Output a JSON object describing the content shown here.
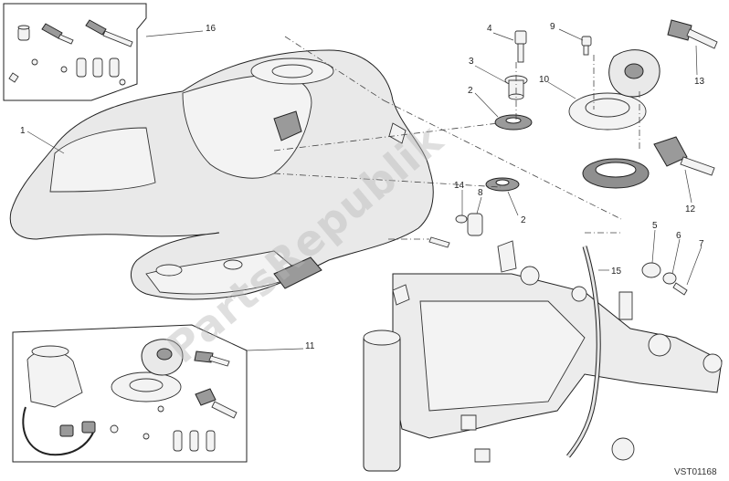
{
  "diagram": {
    "callouts": [
      {
        "id": "c1",
        "label": "1"
      },
      {
        "id": "c2a",
        "label": "2"
      },
      {
        "id": "c2b",
        "label": "2"
      },
      {
        "id": "c3",
        "label": "3"
      },
      {
        "id": "c4",
        "label": "4"
      },
      {
        "id": "c5",
        "label": "5"
      },
      {
        "id": "c6",
        "label": "6"
      },
      {
        "id": "c7",
        "label": "7"
      },
      {
        "id": "c8",
        "label": "8"
      },
      {
        "id": "c9",
        "label": "9"
      },
      {
        "id": "c10",
        "label": "10"
      },
      {
        "id": "c11",
        "label": "11"
      },
      {
        "id": "c12",
        "label": "12"
      },
      {
        "id": "c13",
        "label": "13"
      },
      {
        "id": "c14",
        "label": "14"
      },
      {
        "id": "c15",
        "label": "15"
      },
      {
        "id": "c16",
        "label": "16"
      }
    ],
    "reference_code": "VST01168",
    "watermark": "PartsRepublik"
  }
}
